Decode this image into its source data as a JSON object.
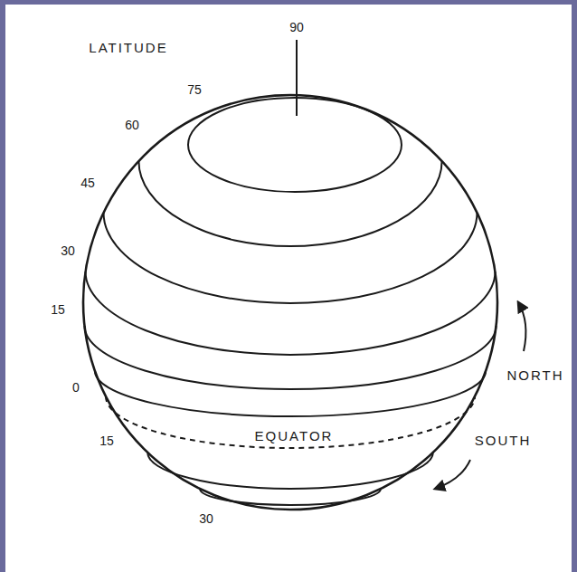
{
  "diagram": {
    "labels": [
      "LATITUDE",
      "90",
      "75",
      "60",
      "45",
      "30",
      "15",
      "0",
      "NORTH",
      "15",
      "EQUATOR",
      "SOUTH",
      "30"
    ]
  }
}
